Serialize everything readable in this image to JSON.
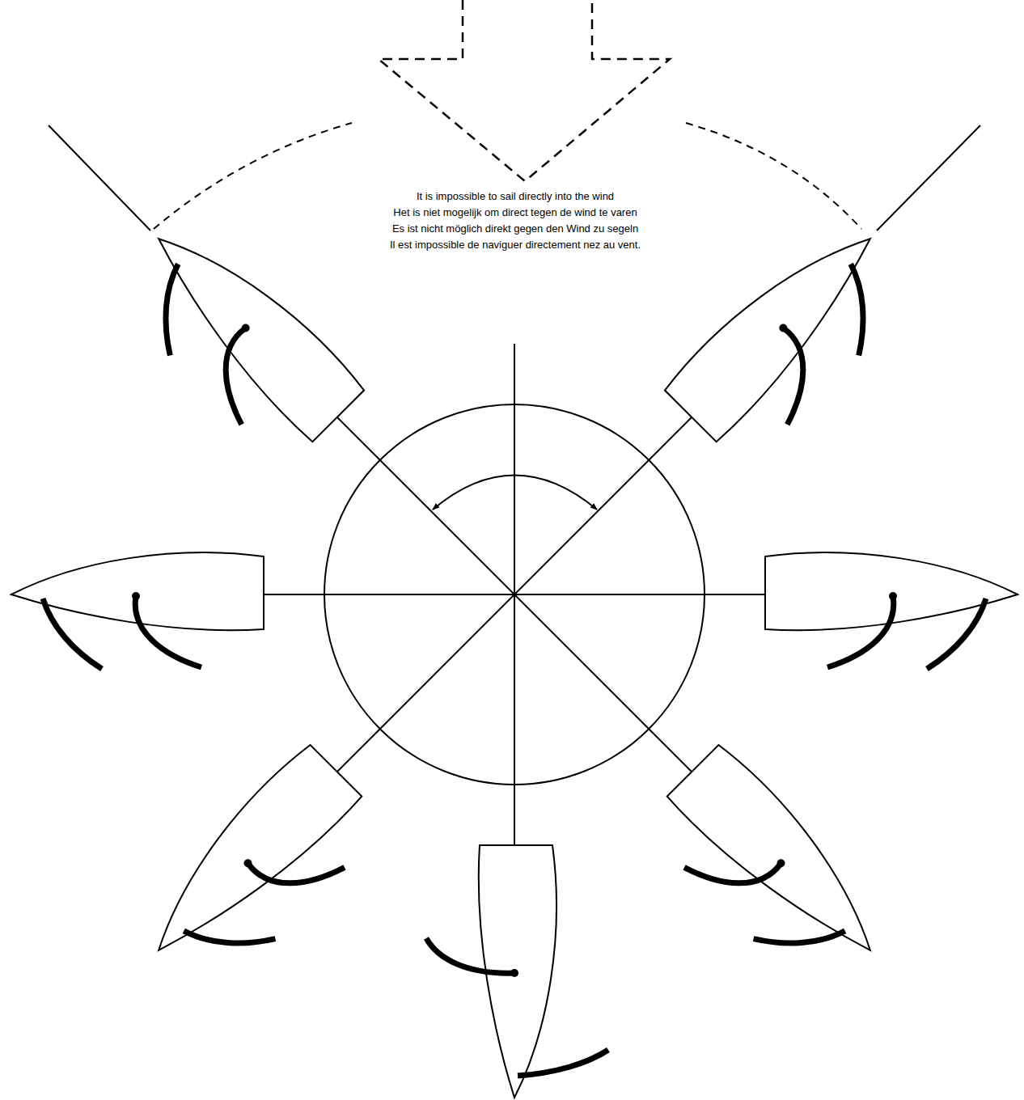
{
  "diagram": {
    "labels": [
      "It is impossible to sail directly into the wind",
      "Het is niet mogelijk om direct tegen de wind te varen",
      "Es ist nicht möglich direkt gegen den Wind zu segeln",
      "Il est impossible de naviguer directement nez au vent."
    ]
  }
}
